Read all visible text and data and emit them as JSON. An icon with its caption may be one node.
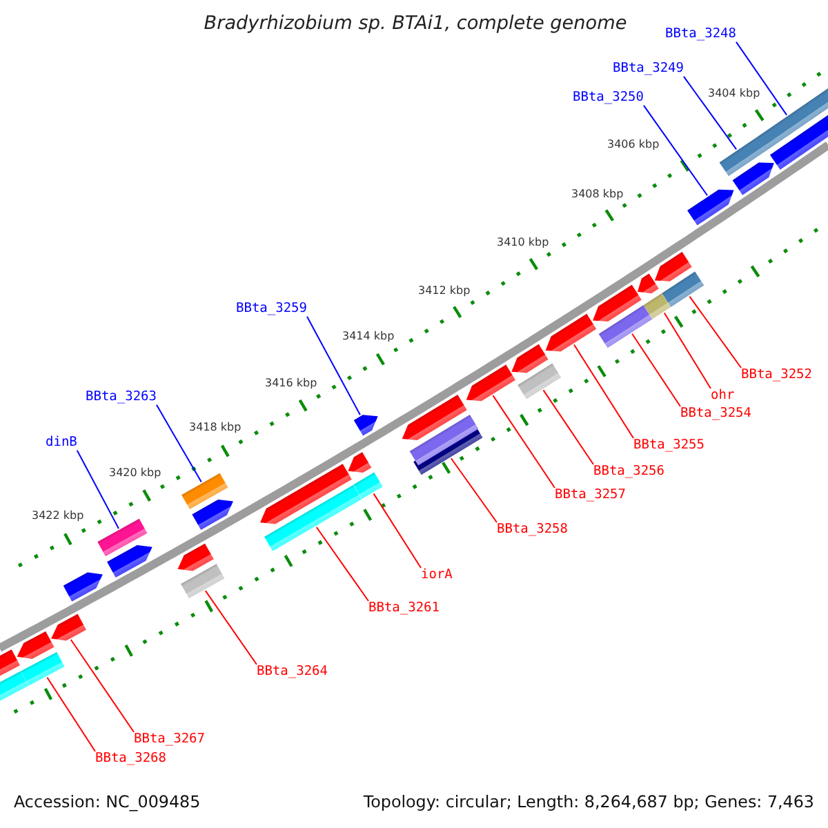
{
  "diagram": {
    "title": "Bradyrhizobium sp. BTAi1, complete genome",
    "nodes": [
      {
        "text": [
          "BBta_3248"
        ]
      },
      {
        "text": [
          "BBta_3249"
        ]
      },
      {
        "text": [
          "BBta_3250"
        ]
      },
      {
        "text": [
          "BBta_3259"
        ]
      },
      {
        "text": [
          "BBta_3252"
        ]
      },
      {
        "text": [
          "ohr"
        ]
      },
      {
        "text": [
          "BBta_3263"
        ]
      },
      {
        "text": [
          "BBta_3254"
        ]
      },
      {
        "text": [
          "dinB"
        ]
      },
      {
        "text": [
          "BBta_3255"
        ]
      },
      {
        "text": [
          "BBta_3256"
        ]
      },
      {
        "text": [
          "BBta_3257"
        ]
      },
      {
        "text": [
          "BBta_3258"
        ]
      },
      {
        "text": [
          "iorA"
        ]
      },
      {
        "text": [
          "BBta_3261"
        ]
      },
      {
        "text": [
          "BBta_3264"
        ]
      },
      {
        "text": [
          "BBta_3267"
        ]
      },
      {
        "text": [
          "BBta_3268"
        ]
      },
      {
        "text": [],
        "shape": "bar"
      },
      {
        "text": [],
        "shape": "bar"
      },
      {
        "text": [],
        "shape": "bar"
      },
      {
        "text": [],
        "shape": "bar"
      },
      {
        "text": [],
        "shape": "bar"
      },
      {
        "text": [],
        "shape": "bar"
      },
      {
        "text": [],
        "shape": "bar"
      },
      {
        "text": [],
        "shape": "bar"
      },
      {
        "text": [],
        "shape": "bar"
      },
      {
        "text": [],
        "shape": "bar"
      },
      {
        "text": [],
        "shape": "bar"
      },
      {
        "text": [],
        "shape": "bar"
      },
      {
        "text": [],
        "shape": "bar"
      },
      {
        "text": [],
        "shape": "bar"
      },
      {
        "text": [],
        "shape": "bar"
      },
      {
        "text": [],
        "shape": "bar"
      },
      {
        "text": [],
        "shape": "bar"
      },
      {
        "text": [],
        "shape": "bar"
      },
      {
        "text": [],
        "shape": "bar"
      },
      {
        "text": [],
        "shape": "bar"
      }
    ],
    "edges": [
      {
        "from": 0,
        "to": 18,
        "arrow": "none",
        "color": "#0000ff"
      },
      {
        "from": 1,
        "to": 19,
        "arrow": "none",
        "color": "#0000ff"
      },
      {
        "from": 2,
        "to": 20,
        "arrow": "none",
        "color": "#0000ff"
      },
      {
        "from": 3,
        "to": 28,
        "arrow": "none",
        "color": "#0000ff"
      },
      {
        "from": 4,
        "to": 21,
        "arrow": "none"
      },
      {
        "from": 5,
        "to": 22,
        "arrow": "none"
      },
      {
        "from": 6,
        "to": 31,
        "arrow": "none",
        "color": "#0000ff"
      },
      {
        "from": 7,
        "to": 23,
        "arrow": "none"
      },
      {
        "from": 8,
        "to": 33,
        "arrow": "none",
        "color": "#0000ff"
      },
      {
        "from": 9,
        "to": 24,
        "arrow": "none"
      },
      {
        "from": 10,
        "to": 25,
        "arrow": "none"
      },
      {
        "from": 11,
        "to": 26,
        "arrow": "none"
      },
      {
        "from": 12,
        "to": 27,
        "arrow": "none"
      },
      {
        "from": 13,
        "to": 29,
        "arrow": "none"
      },
      {
        "from": 14,
        "to": 30,
        "arrow": "none"
      },
      {
        "from": 15,
        "to": 32,
        "arrow": "none"
      },
      {
        "from": 16,
        "to": 35,
        "arrow": "none"
      },
      {
        "from": 17,
        "to": 36,
        "arrow": "none"
      }
    ],
    "labels": [
      "3404 kbp",
      "3406 kbp",
      "3408 kbp",
      "3410 kbp",
      "3412 kbp",
      "3414 kbp",
      "3416 kbp",
      "3418 kbp",
      "3420 kbp",
      "3422 kbp",
      "Accession: NC_009485",
      "Topology: circular; Length: 8,264,687 bp; Genes: 7,463"
    ]
  }
}
